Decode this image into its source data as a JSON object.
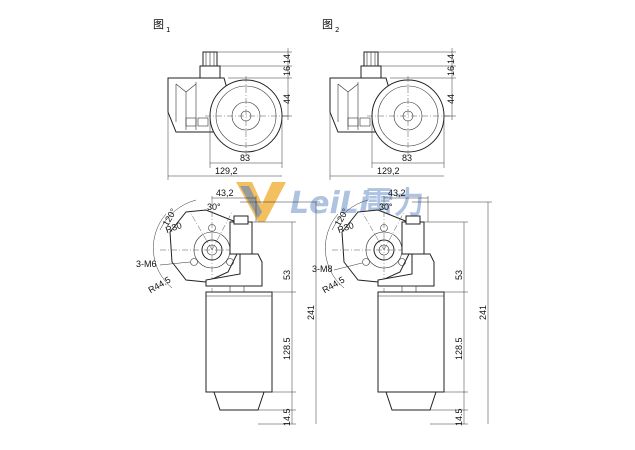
{
  "figures": [
    {
      "label": "图",
      "sub": "1",
      "top": {
        "d14": "14",
        "d16": "16",
        "d44": "44",
        "d83": "83",
        "d129": "129,2"
      },
      "front": {
        "d432": "43,2",
        "a120": "120°",
        "a30": "30°",
        "r30": "R30",
        "m6": "3-M6",
        "r445": "R44.5",
        "d53": "53",
        "d241": "241",
        "d1285": "128.5",
        "d145": "14.5"
      }
    },
    {
      "label": "图",
      "sub": "2",
      "top": {
        "d14": "14",
        "d16": "16",
        "d44": "44",
        "d83": "83",
        "d129": "129,2"
      },
      "front": {
        "d432": "43,2",
        "a120": "120°",
        "a30": "30°",
        "r30": "R30",
        "m6": "3-M8",
        "r445": "R44.5",
        "d53": "53",
        "d241": "241",
        "d1285": "128.5",
        "d145": "14.5"
      }
    }
  ],
  "logo": {
    "text": "LeiLi 雷力"
  }
}
